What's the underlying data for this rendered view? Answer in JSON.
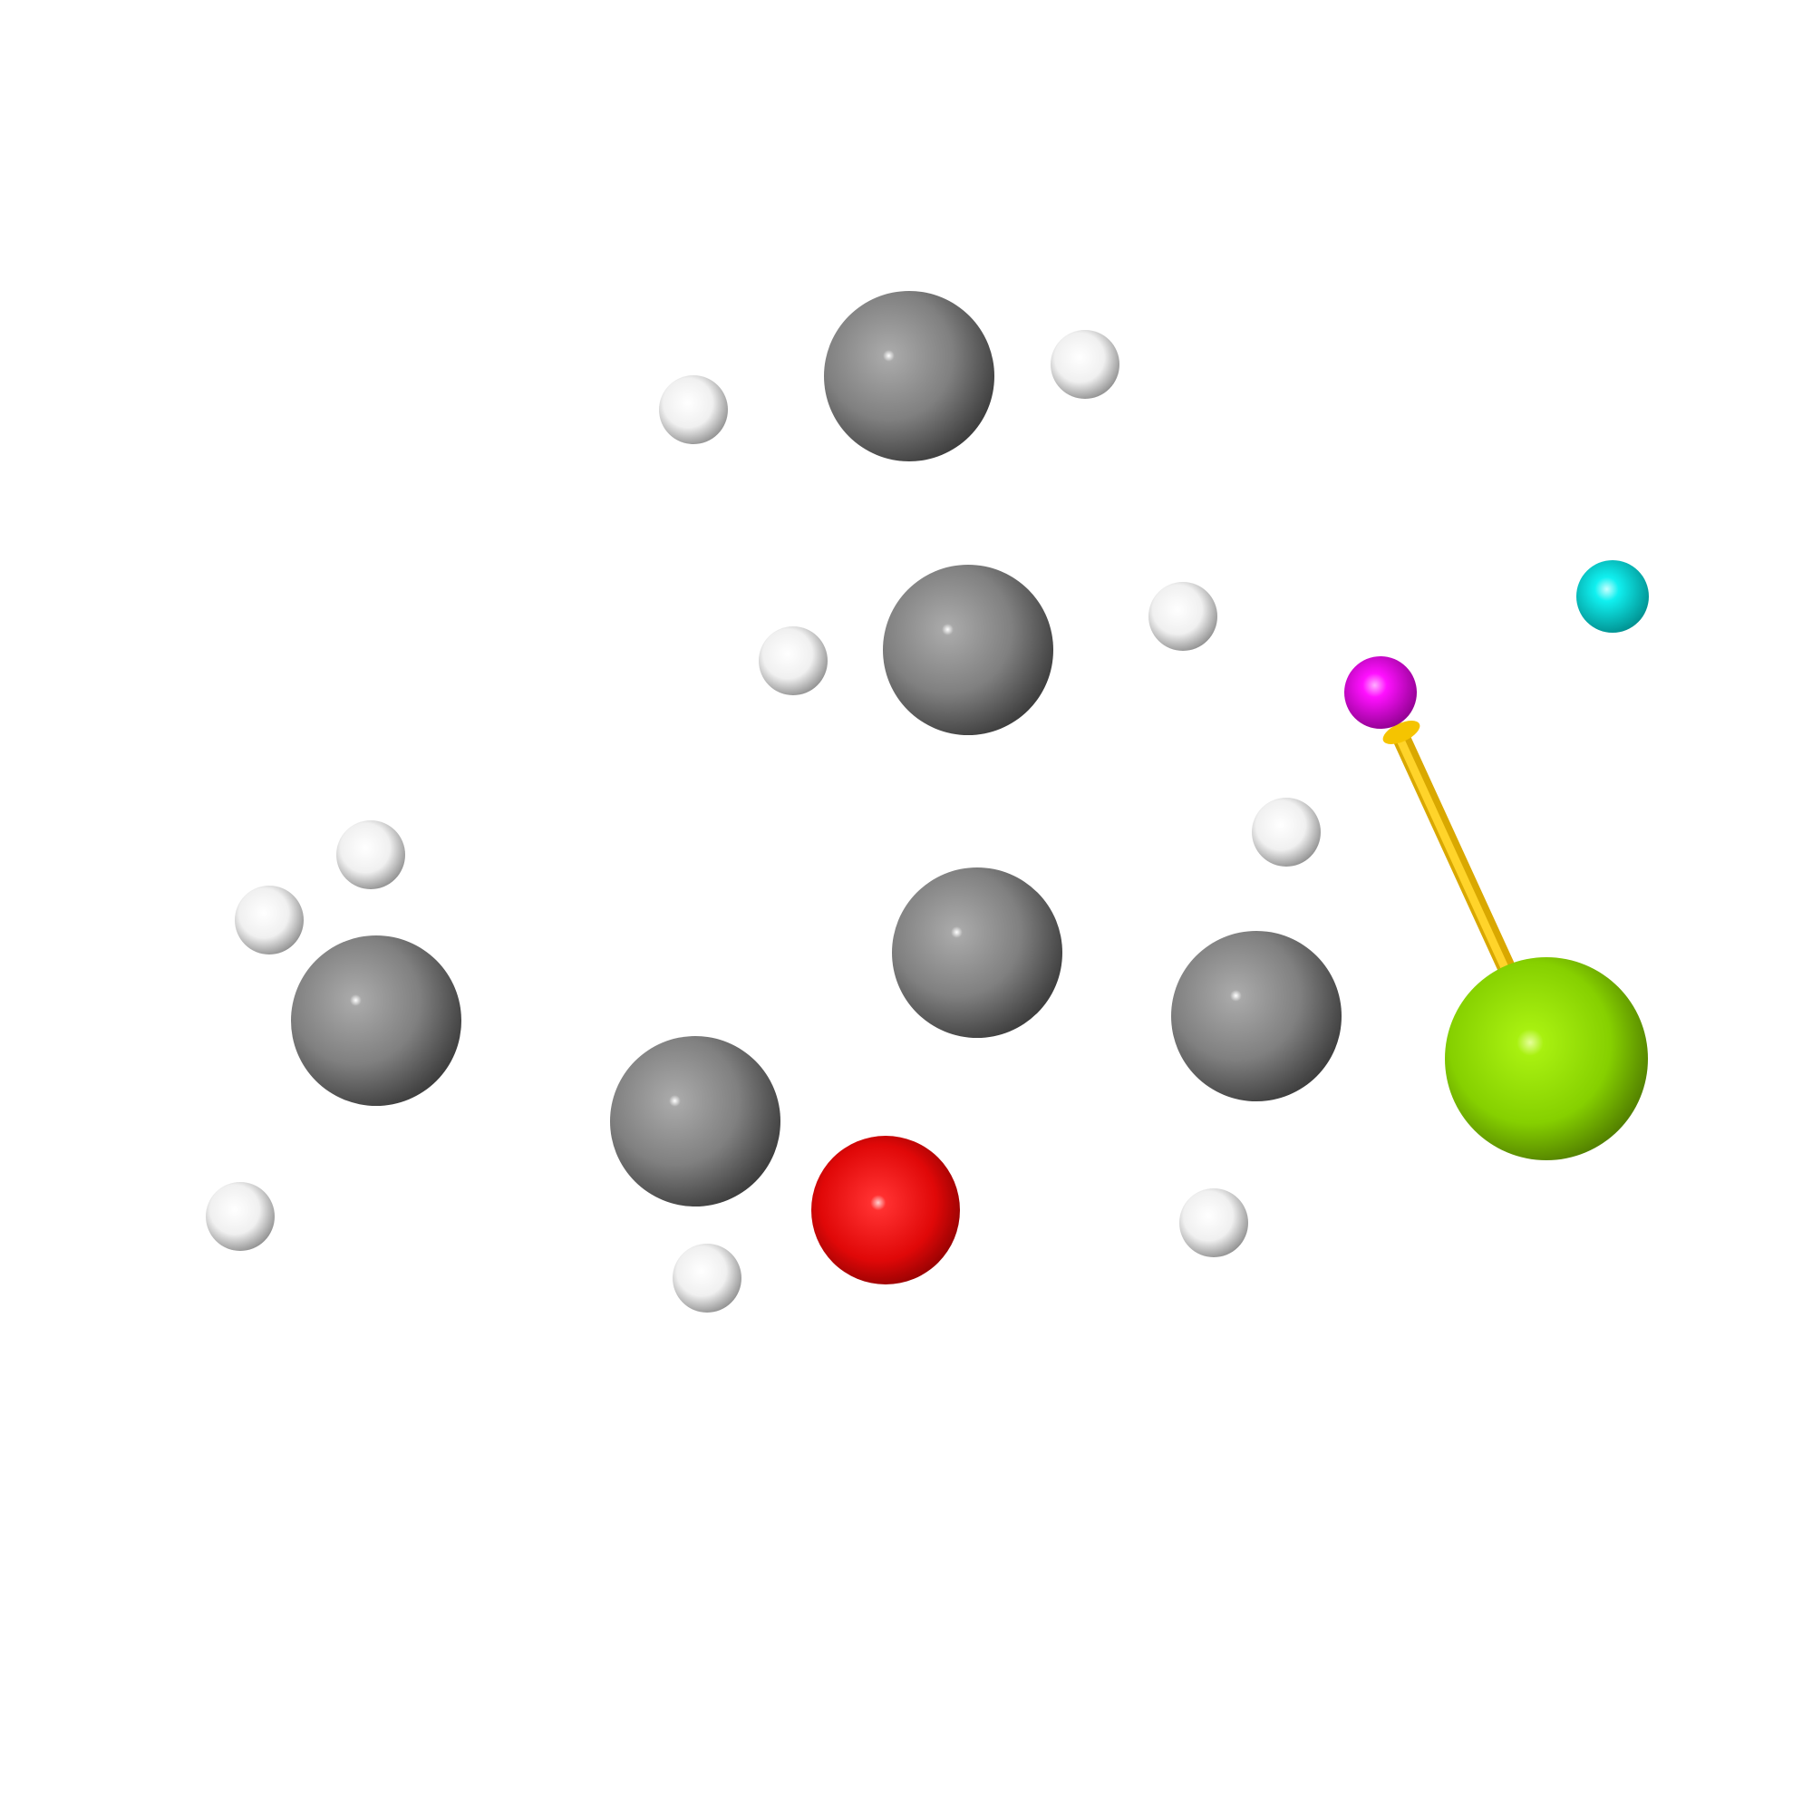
{
  "diagram": {
    "kind": "ball-and-stick molecular model",
    "background": "#ffffff",
    "element_colors": {
      "C": "#7f7f7f",
      "H": "#f2f2f2",
      "O": "#ff0d0d",
      "Cl_like": "#8fe600",
      "magenta_marker": "#ff00ff",
      "cyan_marker": "#00ffff",
      "bond": "#f0c000"
    },
    "atoms": [
      {
        "id": "c-top",
        "element": "C"
      },
      {
        "id": "c-upper-mid",
        "element": "C"
      },
      {
        "id": "c-center",
        "element": "C"
      },
      {
        "id": "c-right",
        "element": "C"
      },
      {
        "id": "c-left",
        "element": "C"
      },
      {
        "id": "c-lower",
        "element": "C"
      },
      {
        "id": "o-1",
        "element": "O"
      },
      {
        "id": "green-atom",
        "element": "Cl_like"
      },
      {
        "id": "magenta-atom",
        "element": "magenta_marker"
      },
      {
        "id": "cyan-atom",
        "element": "cyan_marker"
      },
      {
        "id": "h-1",
        "element": "H"
      },
      {
        "id": "h-2",
        "element": "H"
      },
      {
        "id": "h-3",
        "element": "H"
      },
      {
        "id": "h-4",
        "element": "H"
      },
      {
        "id": "h-5",
        "element": "H"
      },
      {
        "id": "h-6",
        "element": "H"
      },
      {
        "id": "h-7",
        "element": "H"
      },
      {
        "id": "h-8",
        "element": "H"
      },
      {
        "id": "h-9",
        "element": "H"
      },
      {
        "id": "h-10",
        "element": "H"
      }
    ],
    "bonds": [
      {
        "from": "magenta-atom",
        "to": "green-atom",
        "color": "#f0c000"
      }
    ]
  }
}
